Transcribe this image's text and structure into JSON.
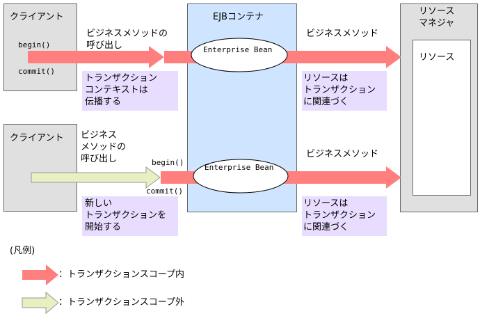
{
  "client1": {
    "title": "クライアント",
    "begin": "begin()",
    "commit": "commit()"
  },
  "client2": {
    "title": "クライアント"
  },
  "container": {
    "title": "EJBコンテナ",
    "bean1": "Enterprise Bean",
    "bean2": "Enterprise Bean"
  },
  "manager": {
    "title_line1": "リソース",
    "title_line2": "マネジャ",
    "resource": "リソース"
  },
  "row1": {
    "call_line1": "ビジネスメソッドの",
    "call_line2": "呼び出し",
    "context_line1": "トランザクション",
    "context_line2": "コンテキストは",
    "context_line3": "伝播する",
    "method": "ビジネスメソッド",
    "resource_line1": "リソースは",
    "resource_line2": "トランザクション",
    "resource_line3": "に関連づく"
  },
  "row2": {
    "call_line1": "ビジネス",
    "call_line2": "メソッドの",
    "call_line3": "呼び出し",
    "begin": "begin()",
    "commit": "commit()",
    "new_line1": "新しい",
    "new_line2": "トランザクションを",
    "new_line3": "開始する",
    "method": "ビジネスメソッド",
    "resource_line1": "リソースは",
    "resource_line2": "トランザクション",
    "resource_line3": "に関連づく"
  },
  "legend": {
    "title": "(凡例)",
    "inside": "：トランザクションスコープ内",
    "outside": "：トランザクションスコープ外"
  },
  "colors": {
    "in_scope": "#ff7f7f",
    "out_scope": "#e6f0c0",
    "container": "#cfe5ff",
    "note": "#e8dcff"
  }
}
